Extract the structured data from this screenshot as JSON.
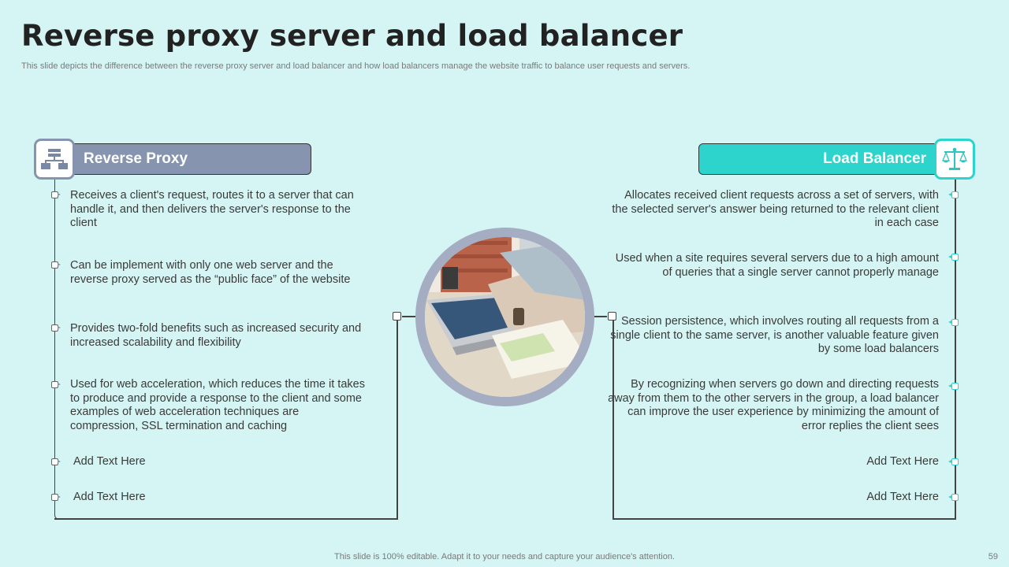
{
  "title": "Reverse proxy server and load balancer",
  "subtitle": "This slide depicts the difference between the reverse proxy  server and load balancer and how load balancers manage the website traffic to balance user requests and servers.",
  "left": {
    "header": "Reverse Proxy",
    "icon": "network-servers-icon",
    "color": "#8694b0",
    "items": [
      "Receives a client's request, routes it to a server that can handle it, and then delivers the server's response to the client",
      "Can be implement with only one web server and the reverse proxy served as the “public face” of the website",
      "Provides two-fold benefits such as increased security and increased scalability and flexibility",
      "Used for web acceleration, which reduces the time it takes to produce and provide a response to the client and some examples of web acceleration techniques are compression, SSL termination and caching",
      "Add Text Here",
      "Add Text Here"
    ]
  },
  "right": {
    "header": "Load Balancer",
    "icon": "balance-scale-icon",
    "color": "#2dd4cc",
    "items": [
      "Allocates received client requests across a set of servers, with the selected server's answer being returned to the relevant client in each case",
      "Used when a site requires several servers due to a high amount of queries that a single server cannot properly manage",
      "Session persistence, which involves routing all requests from a single client to the same server, is another valuable feature given by some load balancers",
      "By recognizing when servers go down and directing requests away from them to the other servers in the group, a load balancer can improve the user experience by minimizing the amount of error replies the client sees",
      "Add Text Here",
      "Add Text Here"
    ]
  },
  "footer": "This slide is 100% editable. Adapt it to your needs and capture your audience's attention.",
  "page_number": "59"
}
